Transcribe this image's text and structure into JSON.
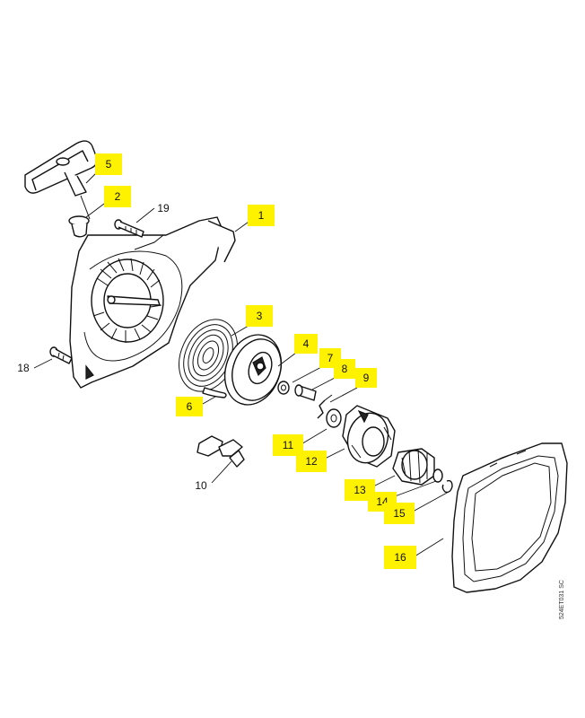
{
  "parts": [
    {
      "id": "1",
      "label": "1",
      "highlighted": true
    },
    {
      "id": "2",
      "label": "2",
      "highlighted": true
    },
    {
      "id": "3",
      "label": "3",
      "highlighted": true
    },
    {
      "id": "4",
      "label": "4",
      "highlighted": true
    },
    {
      "id": "5",
      "label": "5",
      "highlighted": true
    },
    {
      "id": "6",
      "label": "6",
      "highlighted": true
    },
    {
      "id": "7",
      "label": "7",
      "highlighted": true
    },
    {
      "id": "8",
      "label": "8",
      "highlighted": true
    },
    {
      "id": "9",
      "label": "9",
      "highlighted": true
    },
    {
      "id": "10",
      "label": "10",
      "highlighted": false
    },
    {
      "id": "11",
      "label": "11",
      "highlighted": true
    },
    {
      "id": "12",
      "label": "12",
      "highlighted": true
    },
    {
      "id": "13",
      "label": "13",
      "highlighted": true
    },
    {
      "id": "14",
      "label": "14",
      "highlighted": true
    },
    {
      "id": "15",
      "label": "15",
      "highlighted": true
    },
    {
      "id": "16",
      "label": "16",
      "highlighted": true
    },
    {
      "id": "18",
      "label": "18",
      "highlighted": false
    },
    {
      "id": "19",
      "label": "19",
      "highlighted": false
    }
  ],
  "drawing_code": "524ET031 SC",
  "colors": {
    "highlight": "#fff200",
    "line": "#111111",
    "background": "#ffffff"
  }
}
